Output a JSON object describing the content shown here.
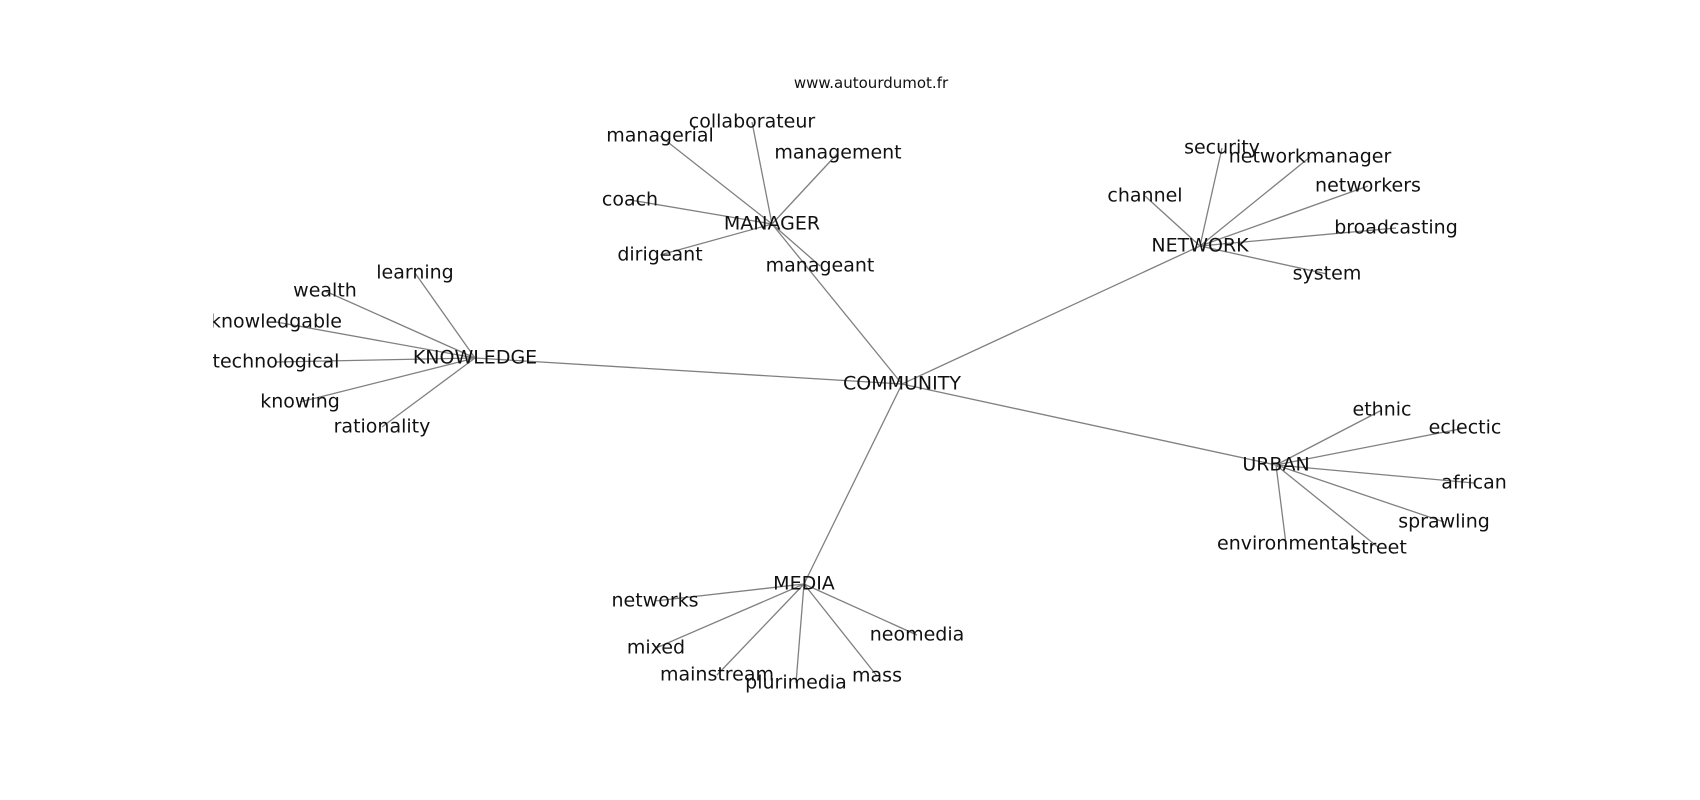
{
  "header": {
    "source": "www.autourdumot.fr"
  },
  "graph": {
    "center": "COMMUNITY",
    "clusters": [
      {
        "label": "MANAGER",
        "words": [
          "collaborateur",
          "managerial",
          "management",
          "coach",
          "dirigeant",
          "manageant"
        ]
      },
      {
        "label": "NETWORK",
        "words": [
          "security",
          "networkmanager",
          "channel",
          "networkers",
          "broadcasting",
          "system"
        ]
      },
      {
        "label": "KNOWLEDGE",
        "words": [
          "learning",
          "wealth",
          "knowledgable",
          "technological",
          "knowing",
          "rationality"
        ]
      },
      {
        "label": "URBAN",
        "words": [
          "ethnic",
          "eclectic",
          "african",
          "sprawling",
          "environmental",
          "street"
        ]
      },
      {
        "label": "MEDIA",
        "words": [
          "networks",
          "neomedia",
          "mixed",
          "mainstream",
          "plurimedia",
          "mass"
        ]
      }
    ]
  }
}
